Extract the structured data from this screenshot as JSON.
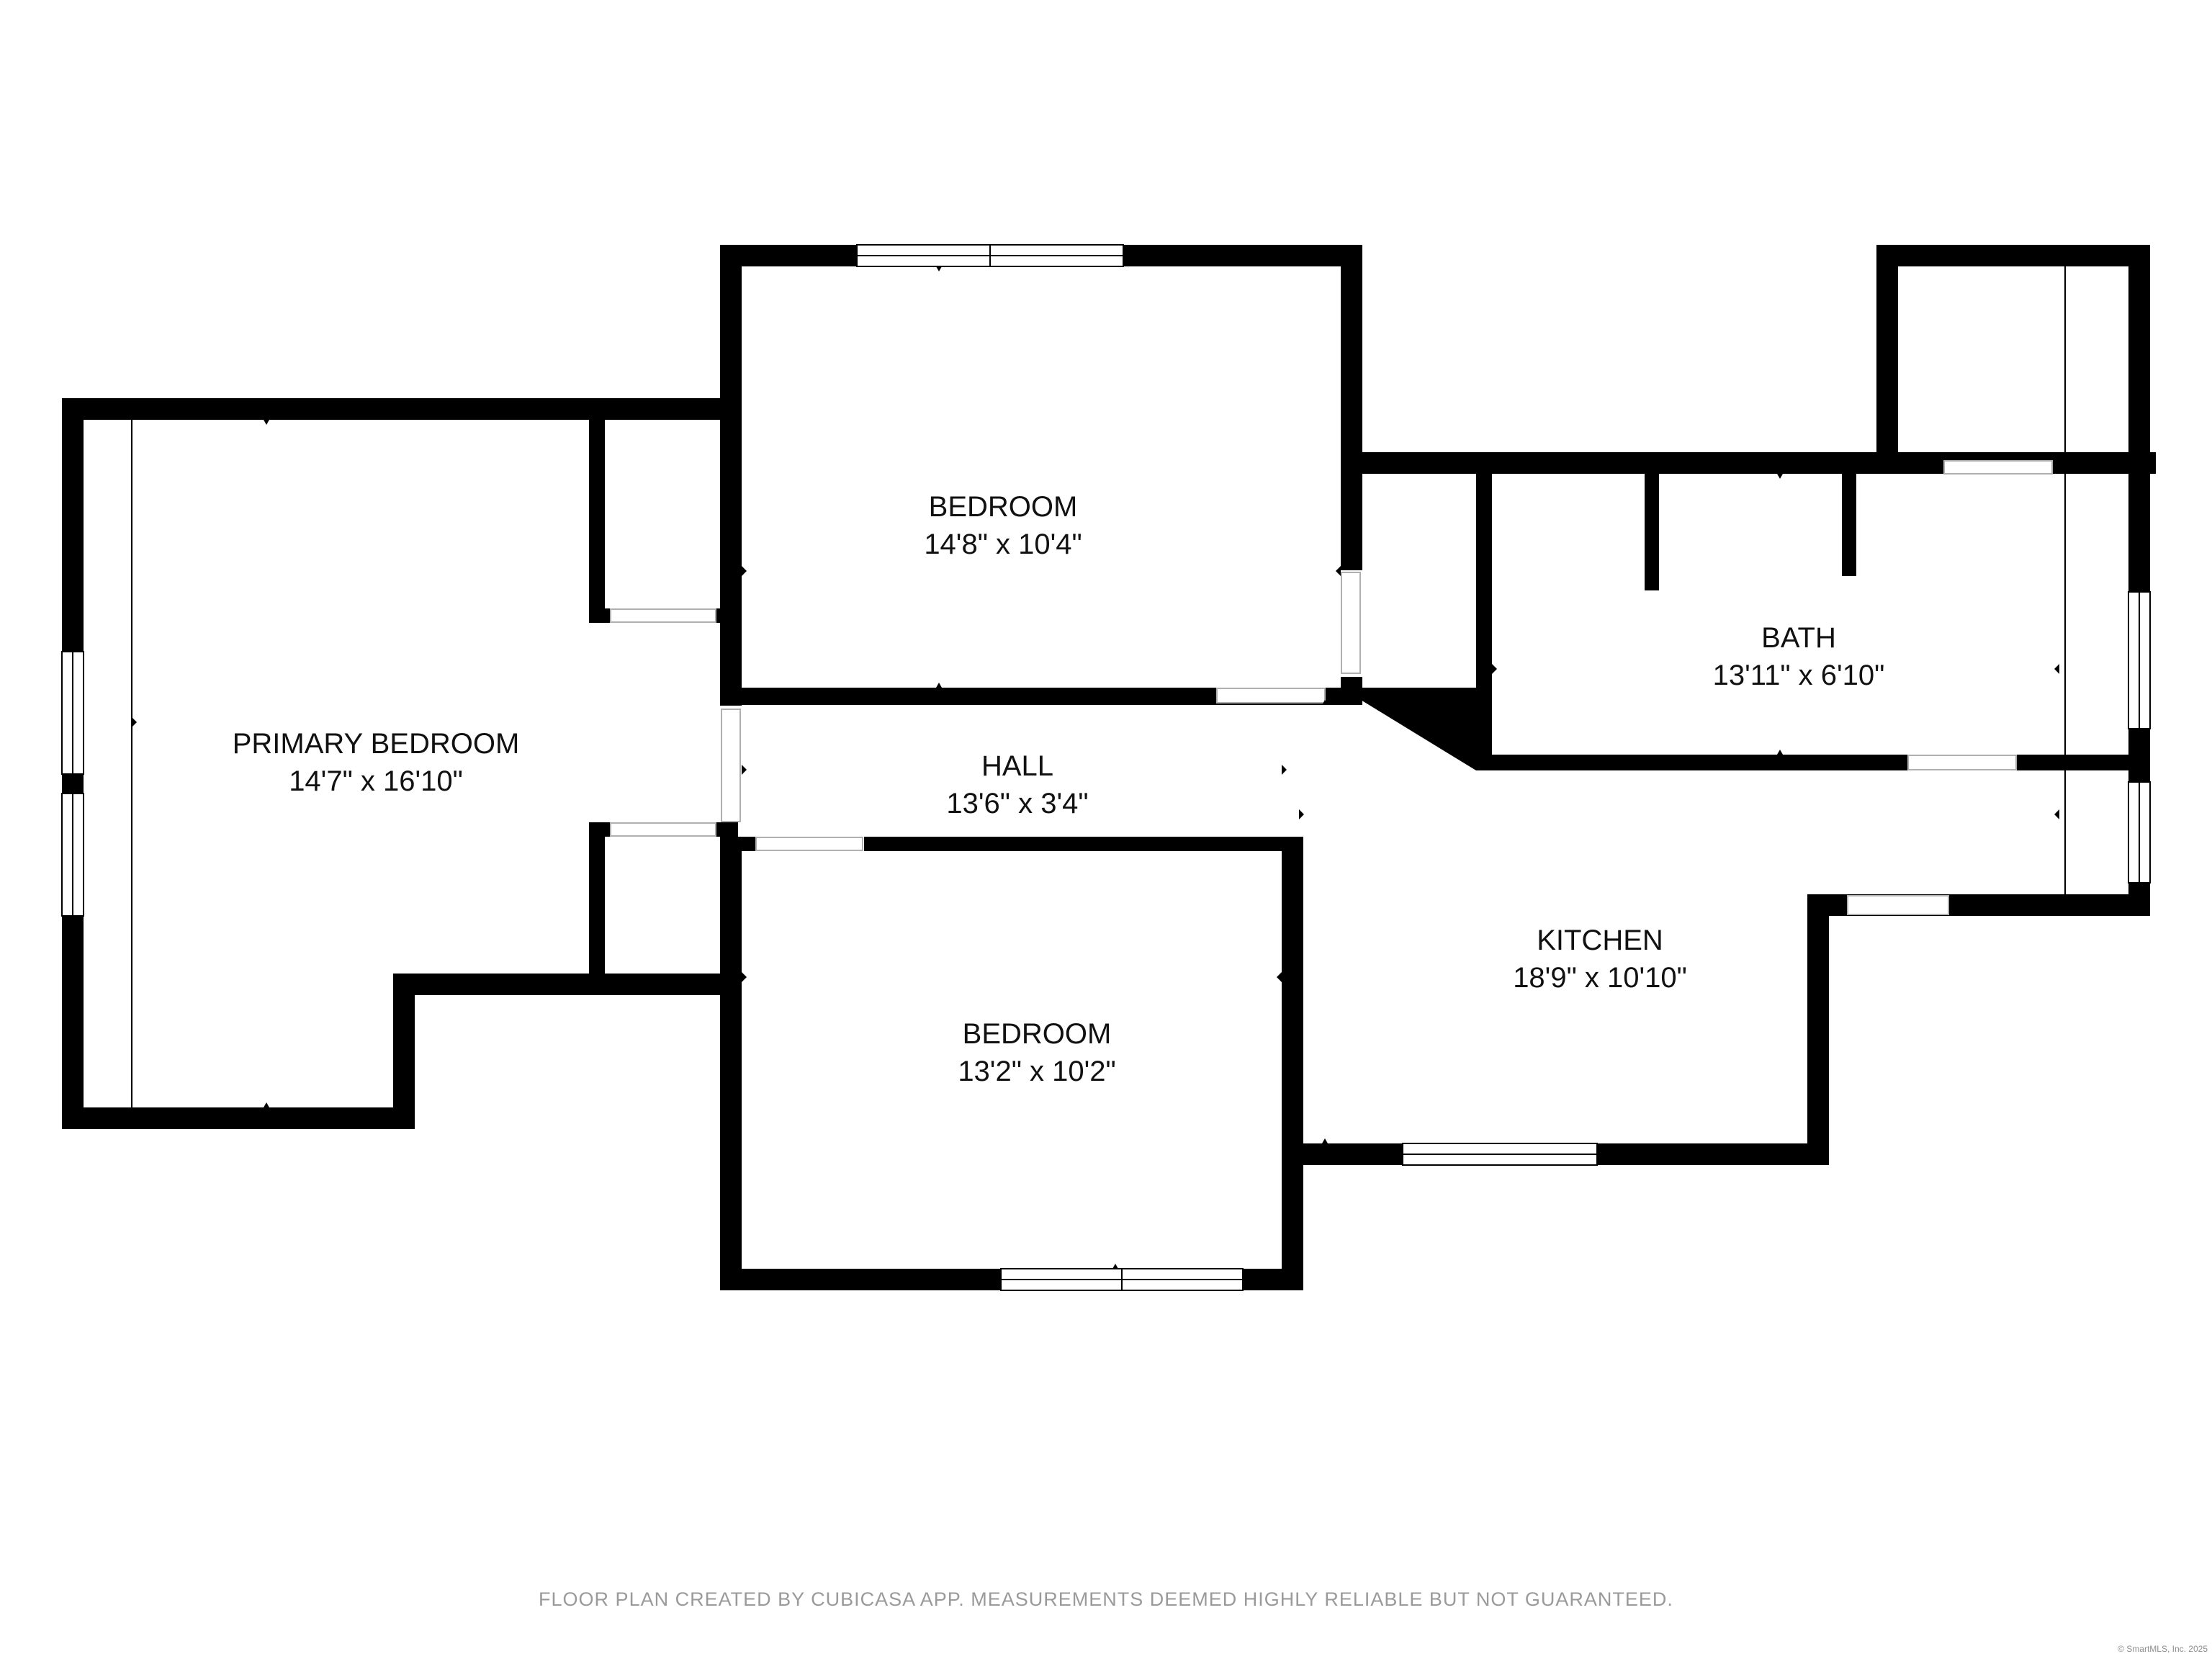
{
  "rooms": {
    "primary_bedroom": {
      "name": "PRIMARY BEDROOM",
      "dim": "14'7\" x 16'10\""
    },
    "bedroom_top": {
      "name": "BEDROOM",
      "dim": "14'8\" x 10'4\""
    },
    "hall": {
      "name": "HALL",
      "dim": "13'6\" x 3'4\""
    },
    "bedroom_bottom": {
      "name": "BEDROOM",
      "dim": "13'2\" x 10'2\""
    },
    "bath": {
      "name": "BATH",
      "dim": "13'11\" x 6'10\""
    },
    "kitchen": {
      "name": "KITCHEN",
      "dim": "18'9\" x 10'10\""
    }
  },
  "footer": {
    "disclaimer": "FLOOR PLAN CREATED BY CUBICASA APP. MEASUREMENTS DEEMED HIGHLY RELIABLE BUT NOT GUARANTEED."
  },
  "copyright": "© SmartMLS, Inc. 2025",
  "colors": {
    "wall": "#000000",
    "background": "#ffffff",
    "footer_text": "#9a9a9a"
  }
}
